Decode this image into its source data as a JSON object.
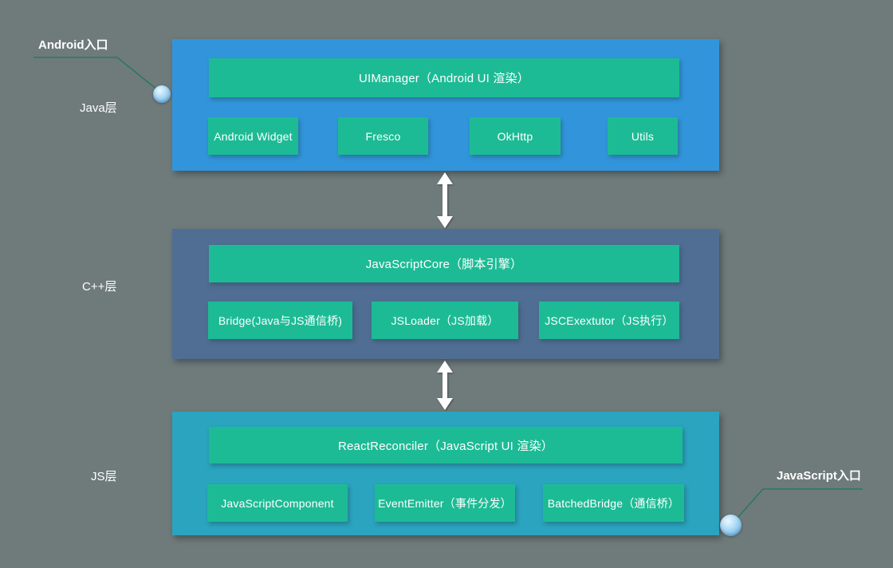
{
  "diagram": {
    "entry_labels": {
      "android": "Android入口",
      "javascript": "JavaScript入口"
    }
  },
  "layers": [
    {
      "name": "java-layer",
      "label": "Java层",
      "color": "#3295db",
      "title": "UIManager（Android UI 渲染）",
      "modules": [
        "Android Widget",
        "Fresco",
        "OkHttp",
        "Utils"
      ]
    },
    {
      "name": "cpp-layer",
      "label": "C++层",
      "color": "#506e94",
      "title": "JavaScriptCore（脚本引擎）",
      "modules": [
        "Bridge(Java与JS通信桥)",
        "JSLoader（JS加载）",
        "JSCExextutor（JS执行）"
      ]
    },
    {
      "name": "js-layer",
      "label": "JS层",
      "color": "#2aa4bf",
      "title": "ReactReconciler（JavaScript UI 渲染）",
      "modules": [
        "JavaScriptComponent",
        "EventEmitter（事件分发）",
        "BatchedBridge（通信桥）"
      ]
    }
  ],
  "colors": {
    "background": "#6f7a7b",
    "module_green": "#1dbb95",
    "leader_line": "#1d7a52",
    "arrow": "#ffffff"
  }
}
